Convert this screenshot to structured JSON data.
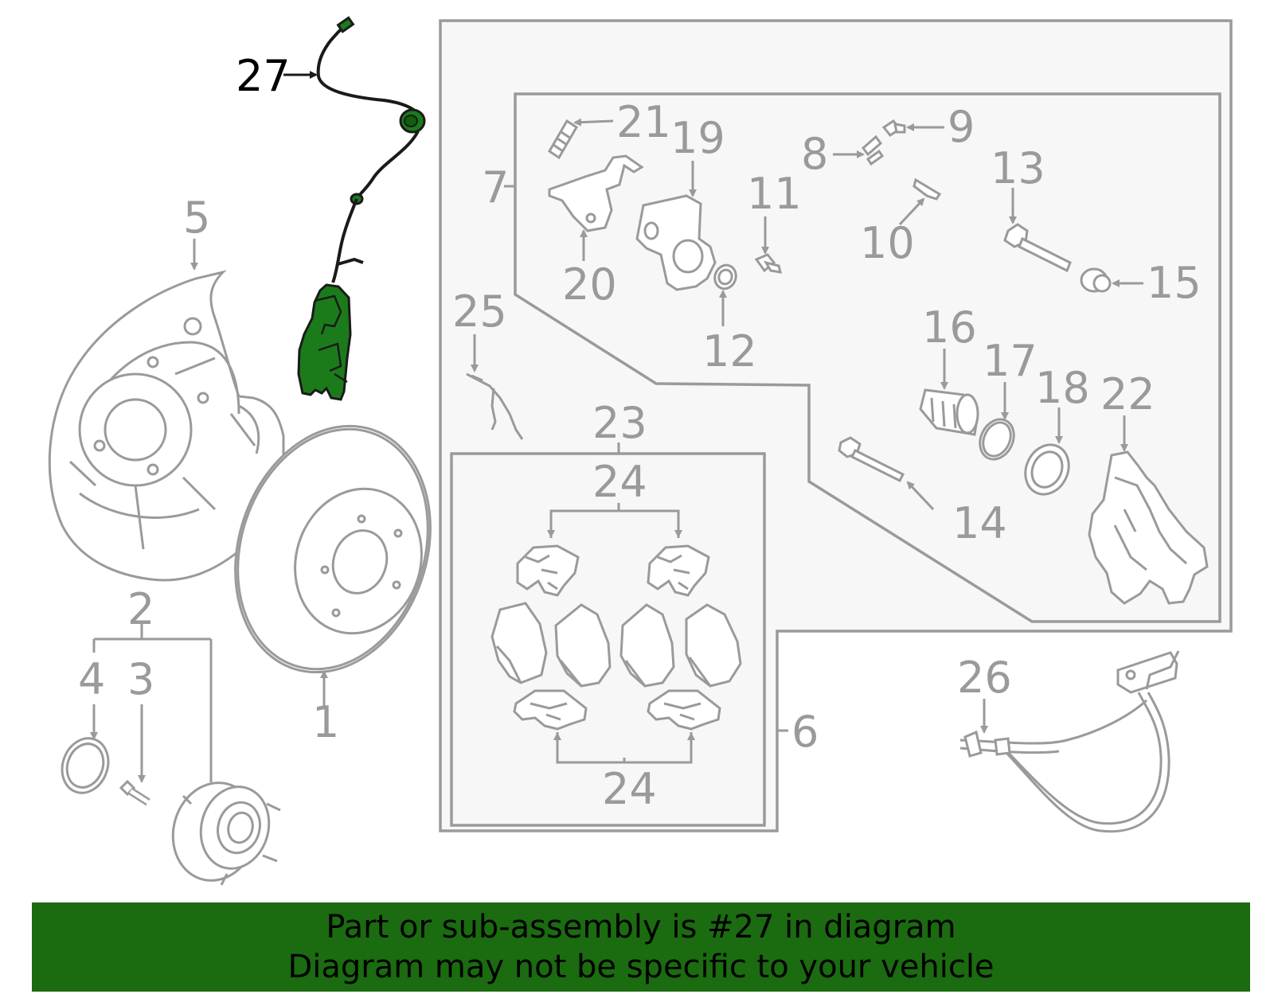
{
  "highlighted_part": "27",
  "callouts": {
    "c1": "1",
    "c2": "2",
    "c3": "3",
    "c4": "4",
    "c5": "5",
    "c6": "6",
    "c7": "7",
    "c8": "8",
    "c9": "9",
    "c10": "10",
    "c11": "11",
    "c12": "12",
    "c13": "13",
    "c14": "14",
    "c15": "15",
    "c16": "16",
    "c17": "17",
    "c18": "18",
    "c19": "19",
    "c20": "20",
    "c21": "21",
    "c22": "22",
    "c23": "23",
    "c24": "24",
    "c25": "25",
    "c26": "26",
    "c27": "27"
  },
  "colors": {
    "banner": "#1b6b10",
    "highlight": "#1b7b1b",
    "part_line": "#9a9a9a",
    "box_fill": "#f7f7f7"
  },
  "banner": {
    "line1": "Part or sub-assembly is #27 in diagram",
    "line2": "Diagram may not be specific to your vehicle"
  }
}
